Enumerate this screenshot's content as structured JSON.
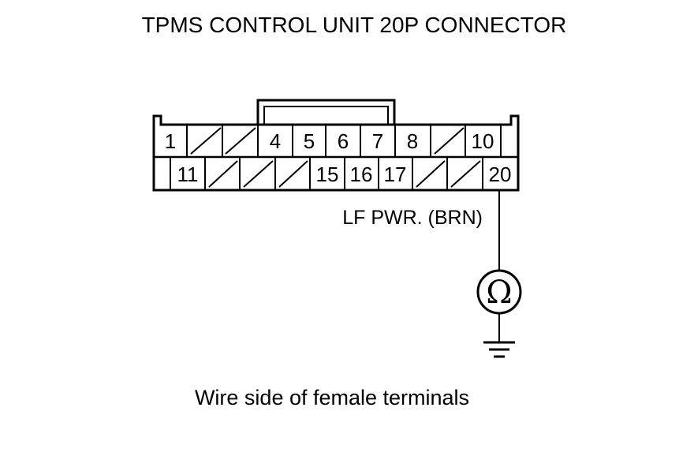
{
  "title": "TPMS CONTROL UNIT 20P CONNECTOR",
  "connector": {
    "top_row": [
      {
        "label": "1"
      },
      {
        "label": ""
      },
      {
        "label": ""
      },
      {
        "label": "4"
      },
      {
        "label": "5"
      },
      {
        "label": "6"
      },
      {
        "label": "7"
      },
      {
        "label": "8"
      },
      {
        "label": ""
      },
      {
        "label": "10"
      }
    ],
    "bottom_row": [
      {
        "label": "11"
      },
      {
        "label": ""
      },
      {
        "label": ""
      },
      {
        "label": ""
      },
      {
        "label": "15"
      },
      {
        "label": "16"
      },
      {
        "label": "17"
      },
      {
        "label": ""
      },
      {
        "label": ""
      },
      {
        "label": "20"
      }
    ]
  },
  "wire_label": "LF PWR. (BRN)",
  "meter_symbol": "Ω",
  "caption": "Wire side of female terminals"
}
